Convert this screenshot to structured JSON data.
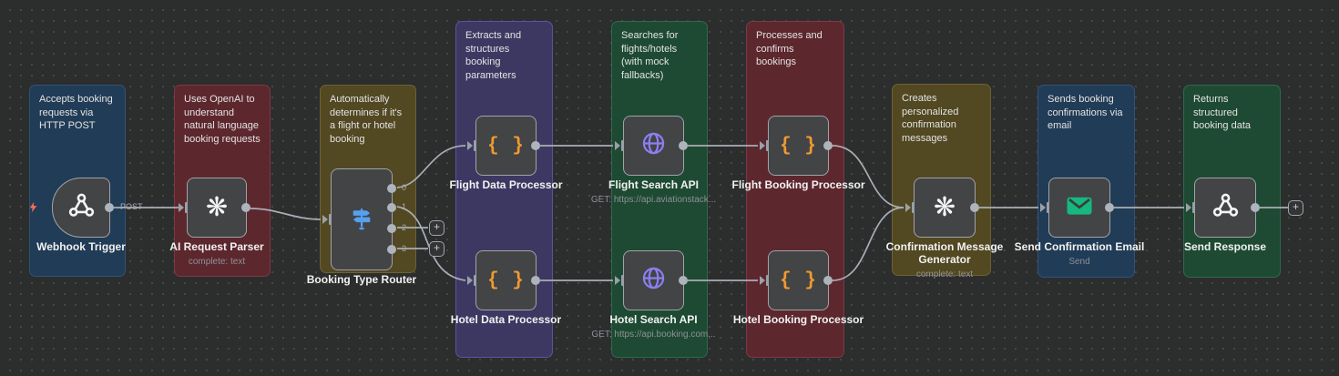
{
  "canvas": {
    "background_color": "#2c2d2d",
    "wire_color": "#a9aeb5",
    "node_body_color": "#424446"
  },
  "sticky_notes": [
    {
      "text": "Accepts booking requests via HTTP POST",
      "color": "#213c56"
    },
    {
      "text": "Uses OpenAI to understand natural language booking requests",
      "color": "#5d272e"
    },
    {
      "text": "Automatically determines if it's a flight or hotel booking",
      "color": "#524822"
    },
    {
      "text": "Extracts and structures booking parameters",
      "color": "#3d3862"
    },
    {
      "text": "Searches for flights/hotels (with mock fallbacks)",
      "color": "#1e4a33"
    },
    {
      "text": "Processes and confirms bookings",
      "color": "#5d272e"
    },
    {
      "text": "Creates personalized confirmation messages",
      "color": "#524822"
    },
    {
      "text": "Sends booking confirmations via email",
      "color": "#213c56"
    },
    {
      "text": "Returns structured booking data",
      "color": "#1e4a33"
    }
  ],
  "nodes": [
    {
      "name": "Webhook Trigger"
    },
    {
      "name": "AI Request Parser",
      "subtitle": "complete: text"
    },
    {
      "name": "Booking Type Router",
      "outputs": [
        "0",
        "1",
        "2",
        "3"
      ]
    },
    {
      "name": "Flight Data Processor"
    },
    {
      "name": "Flight Search API",
      "subtitle": "GET: https://api.aviationstack..."
    },
    {
      "name": "Flight Booking Processor"
    },
    {
      "name": "Hotel Data Processor"
    },
    {
      "name": "Hotel Search API",
      "subtitle": "GET: https://api.booking.com..."
    },
    {
      "name": "Hotel Booking Processor"
    },
    {
      "name": "Confirmation Message Generator",
      "subtitle": "complete: text"
    },
    {
      "name": "Send Confirmation Email",
      "subtitle": "Send"
    },
    {
      "name": "Send Response"
    }
  ],
  "connection_labels": {
    "post": "POST"
  },
  "icons": {
    "plus": "+",
    "code": "{ }",
    "openai": "❋",
    "accent_orange": "#f09a2f",
    "globe_purple": "#8d7ff0",
    "email_green": "#16b87d",
    "router_blue": "#55a0f0",
    "bolt_red": "#ff6d5a"
  }
}
